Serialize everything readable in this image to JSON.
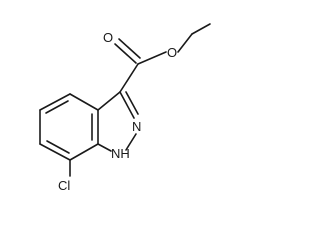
{
  "molecule": {
    "atom_labels": {
      "carbonyl_oxygen": "O",
      "ester_oxygen": "O",
      "ring_nitrogen": "N",
      "nh_nitrogen": "NH",
      "chlorine": "Cl"
    }
  }
}
